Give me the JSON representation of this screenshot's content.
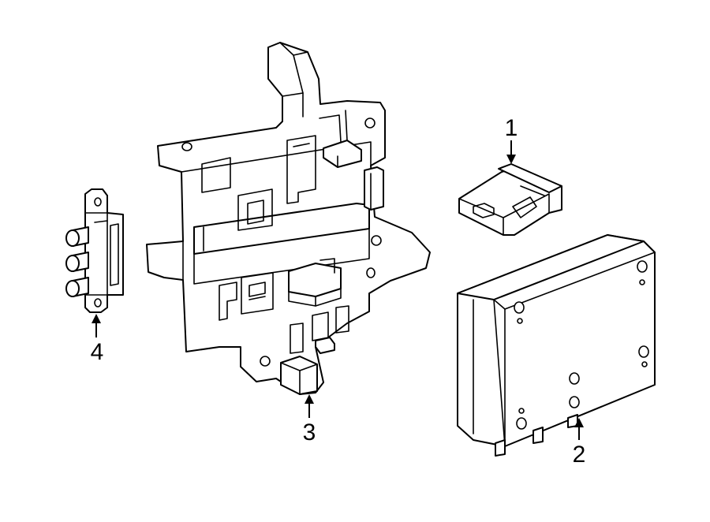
{
  "callouts": [
    {
      "id": "1",
      "label": "1"
    },
    {
      "id": "2",
      "label": "2"
    },
    {
      "id": "3",
      "label": "3"
    },
    {
      "id": "4",
      "label": "4"
    }
  ],
  "colors": {
    "line": "#000000",
    "fill": "#ffffff"
  }
}
